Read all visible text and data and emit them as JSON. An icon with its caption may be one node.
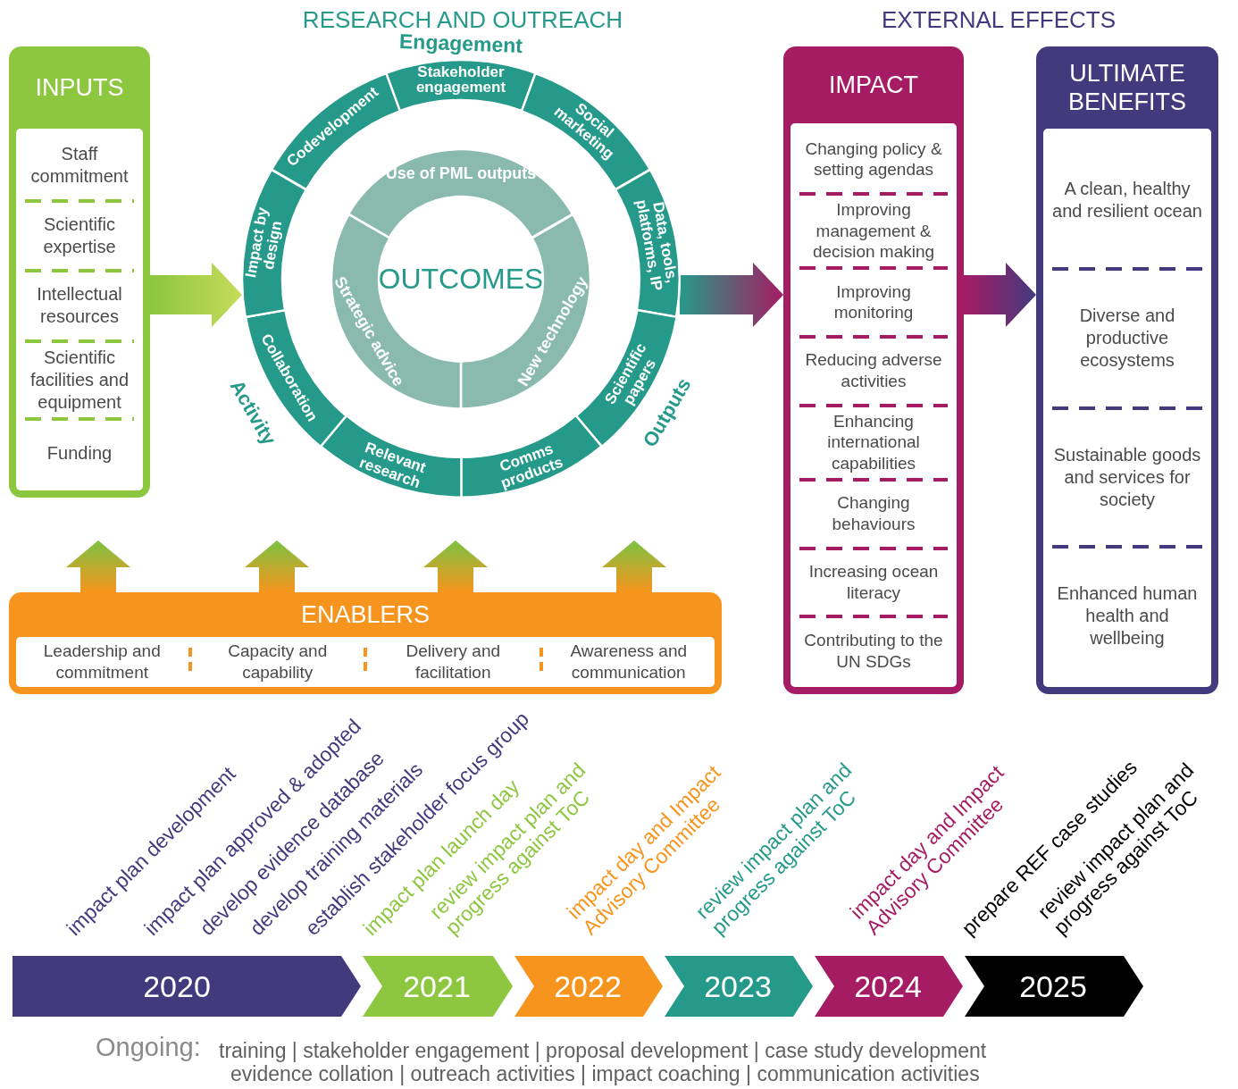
{
  "diagram": {
    "nodes": [
      {
        "text": [
          "INPUTS"
        ]
      },
      {
        "text": [
          "Staff commitment"
        ],
        "in": 0
      },
      {
        "text": [
          "Scientific expertise"
        ],
        "in": 0
      },
      {
        "text": [
          "Intellectual resources"
        ],
        "in": 0
      },
      {
        "text": [
          "Scientific facilities and equipment"
        ],
        "in": 0
      },
      {
        "text": [
          "Funding"
        ],
        "in": 0
      },
      {
        "text": [
          "OUTCOMES"
        ]
      },
      {
        "text": [
          "Stakeholder engagement"
        ]
      },
      {
        "text": [
          "Social marketing"
        ]
      },
      {
        "text": [
          "Data, tools, platforms, IP"
        ]
      },
      {
        "text": [
          "Scientific papers"
        ]
      },
      {
        "text": [
          "Comms products"
        ]
      },
      {
        "text": [
          "Relevant research"
        ]
      },
      {
        "text": [
          "Collaboration"
        ]
      },
      {
        "text": [
          "Impact by design"
        ]
      },
      {
        "text": [
          "Codevelopment"
        ]
      },
      {
        "text": [
          "Use of PML outputs"
        ]
      },
      {
        "text": [
          "New technology"
        ]
      },
      {
        "text": [
          "Strategic advice"
        ]
      },
      {
        "text": [
          "IMPACT"
        ]
      },
      {
        "text": [
          "Changing policy & setting agendas"
        ],
        "in": 19
      },
      {
        "text": [
          "Improving management & decision making"
        ],
        "in": 19
      },
      {
        "text": [
          "Improving monitoring"
        ],
        "in": 19
      },
      {
        "text": [
          "Reducing adverse activities"
        ],
        "in": 19
      },
      {
        "text": [
          "Enhancing international capabilities"
        ],
        "in": 19
      },
      {
        "text": [
          "Changing behaviours"
        ],
        "in": 19
      },
      {
        "text": [
          "Increasing ocean literacy"
        ],
        "in": 19
      },
      {
        "text": [
          "Contributing to the UN SDGs"
        ],
        "in": 19
      },
      {
        "text": [
          "ULTIMATE BENEFITS"
        ]
      },
      {
        "text": [
          "A clean, healthy and resilient ocean"
        ],
        "in": 28
      },
      {
        "text": [
          "Diverse and productive ecosystems"
        ],
        "in": 28
      },
      {
        "text": [
          "Sustainable goods and services for society"
        ],
        "in": 28
      },
      {
        "text": [
          "Enhanced human health and wellbeing"
        ],
        "in": 28
      },
      {
        "text": [
          "ENABLERS"
        ]
      },
      {
        "text": [
          "Leadership and commitment"
        ],
        "in": 33
      },
      {
        "text": [
          "Capacity and capability"
        ],
        "in": 33
      },
      {
        "text": [
          "Delivery and facilitation"
        ],
        "in": 33
      },
      {
        "text": [
          "Awareness and communication"
        ],
        "in": 33
      },
      {
        "text": [
          "2020"
        ]
      },
      {
        "text": [
          "2021"
        ]
      },
      {
        "text": [
          "2022"
        ]
      },
      {
        "text": [
          "2023"
        ]
      },
      {
        "text": [
          "2024"
        ]
      },
      {
        "text": [
          "2025"
        ]
      }
    ],
    "edges": [
      {
        "from": 0,
        "to": 14,
        "arrow": "to"
      },
      {
        "from": 9,
        "to": 19,
        "arrow": "to"
      },
      {
        "from": 19,
        "to": 28,
        "arrow": "to"
      },
      {
        "from": 33,
        "to": null,
        "arrow": "to"
      },
      {
        "from": 33,
        "to": null,
        "arrow": "to"
      },
      {
        "from": 33,
        "to": null,
        "arrow": "to"
      },
      {
        "from": 33,
        "to": null,
        "arrow": "to"
      }
    ],
    "labels": [
      "RESEARCH AND OUTREACH",
      "EXTERNAL EFFECTS",
      "Engagement",
      "Activity",
      "Outputs",
      "impact plan development",
      "impact plan approved & adopted",
      "develop evidence database",
      "develop training materials",
      "establish stakeholder focus group",
      "impact plan launch day",
      "review impact plan and progress against ToC",
      "impact day and Impact Advisory Committee",
      "review impact plan and progress against ToC",
      "impact day and Impact Advisory Committee",
      "prepare REF case studies",
      "review impact plan and progress against ToC",
      "Ongoing:",
      "training | stakeholder engagement | proposal development | case study development",
      "evidence collation | outreach activities | impact coaching | communication activities"
    ]
  }
}
